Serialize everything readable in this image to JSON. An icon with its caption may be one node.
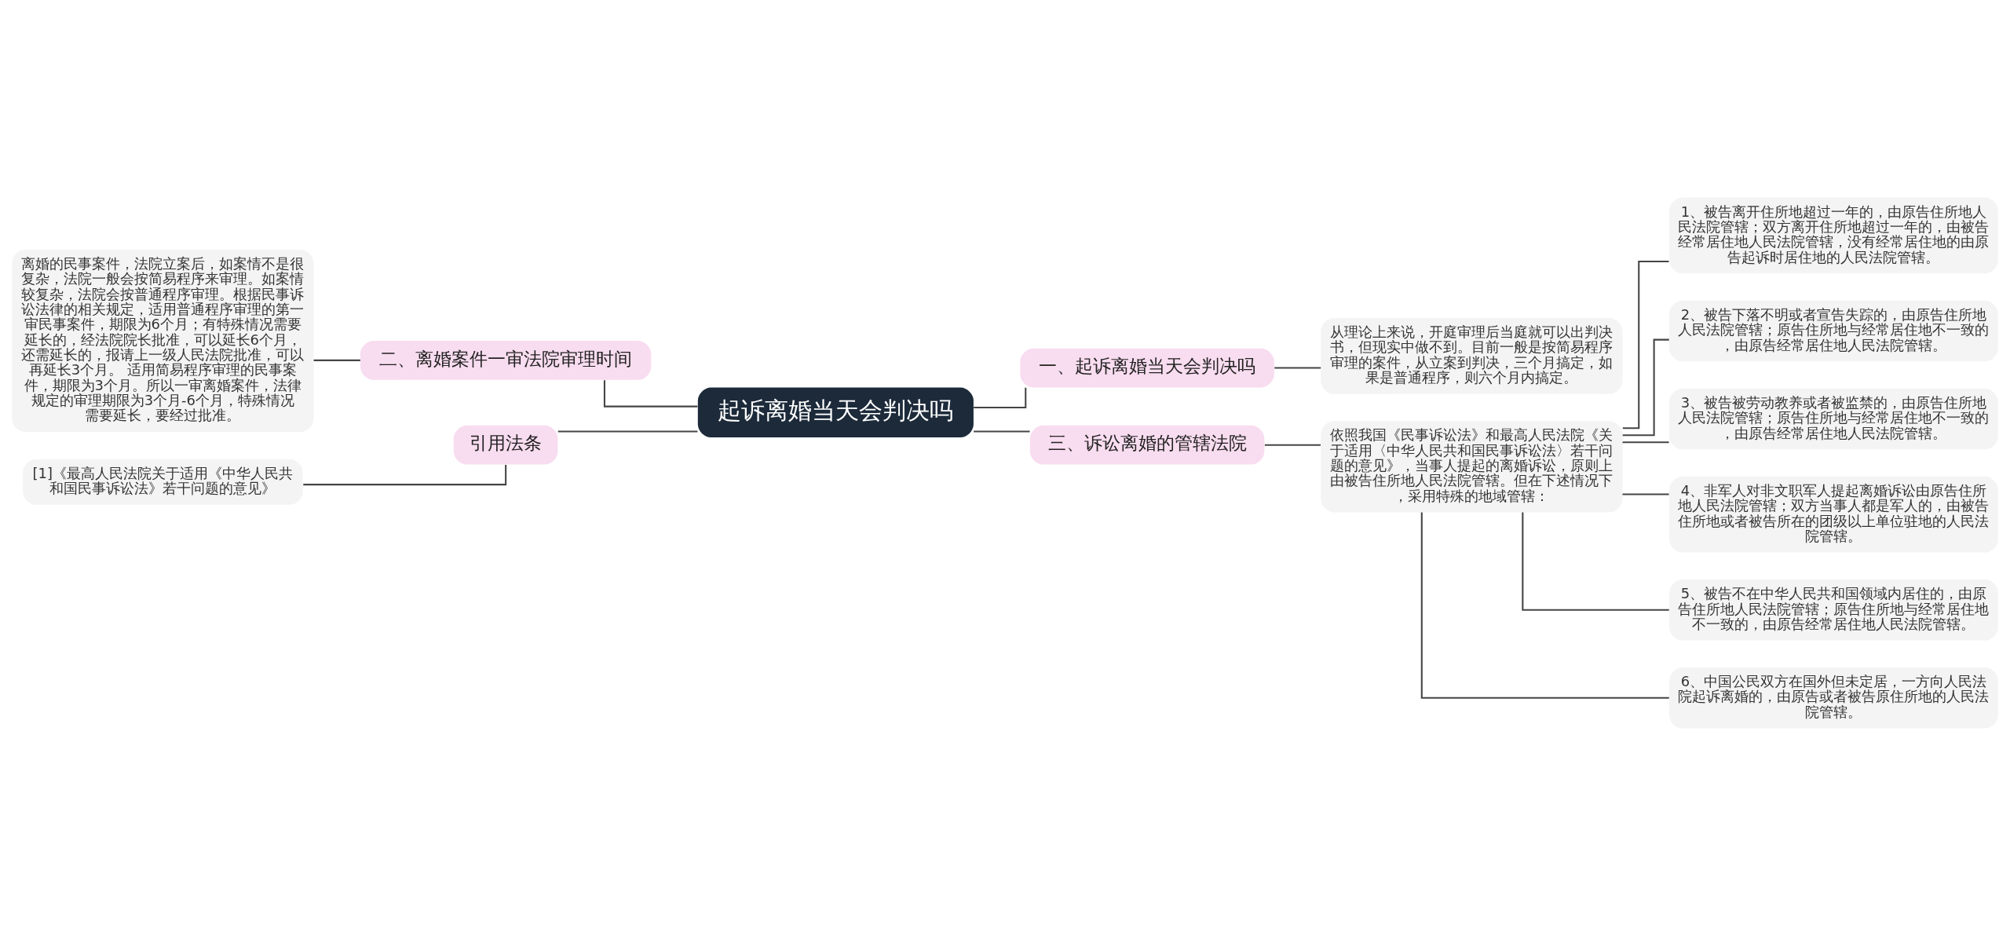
{
  "diagram": {
    "nodes": [
      {
        "text": [
          "起诉离婚当天会判决吗"
        ]
      },
      {
        "text": [
          "一、起诉离婚当天会判决吗"
        ]
      },
      {
        "text": [
          "从理论上来说，开庭审理后当庭就可以出判决书，但现实中做不到。目前一般是按简易程序审理的案件，从立案到判决，三个月搞定，如果是普通程序，则六个月内搞定。"
        ]
      },
      {
        "text": [
          "三、诉讼离婚的管辖法院"
        ]
      },
      {
        "text": [
          "依照我国《民事诉讼法》和最高人民法院《关于适用〈中华人民共和国民事诉讼法〉若干问题的意见》，当事人提起的离婚诉讼，原则上由被告住所地人民法院管辖。但在下述情况下，采用特殊的地域管辖："
        ]
      },
      {
        "text": [
          "1、被告离开住所地超过一年的，由原告住所地人民法院管辖；双方离开住所地超过一年的，由被告经常居住地人民法院管辖，没有经常居住地的由原告起诉时居住地的人民法院管辖。"
        ]
      },
      {
        "text": [
          "2、被告下落不明或者宣告失踪的，由原告住所地人民法院管辖；原告住所地与经常居住地不一致的，由原告经常居住地人民法院管辖。"
        ]
      },
      {
        "text": [
          "3、被告被劳动教养或者被监禁的，由原告住所地人民法院管辖；原告住所地与经常居住地不一致的，由原告经常居住地人民法院管辖。"
        ]
      },
      {
        "text": [
          "4、非军人对非文职军人提起离婚诉讼由原告住所地人民法院管辖；双方当事人都是军人的，由被告住所地或者被告所在的团级以上单位驻地的人民法院管辖。"
        ]
      },
      {
        "text": [
          "5、被告不在中华人民共和国领域内居住的，由原告住所地人民法院管辖；原告住所地与经常居住地不一致的，由原告经常居住地人民法院管辖。"
        ]
      },
      {
        "text": [
          "6、中国公民双方在国外但未定居，一方向人民法院起诉离婚的，由原告或者被告原住所地的人民法院管辖。"
        ]
      },
      {
        "text": [
          "二、离婚案件一审法院审理时间"
        ]
      },
      {
        "text": [
          "离婚的民事案件，法院立案后，如案情不是很复杂，法院一般会按简易程序来审理。如案情较复杂，法院会按普通程序审理。根据民事诉讼法律的相关规定，适用普通程序审理的第一审民事案件，期限为6个月；有特殊情况需要延长的，经法院院长批准，可以延长6个月，还需延长的，报请上一级人民法院批准，可以再延长3个月。 适用简易程序审理的民事案件，期限为3个月。所以一审离婚案件，法律规定的审理期限为3个月-6个月，特殊情况需要延长，要经过批准。"
        ]
      },
      {
        "text": [
          "引用法条"
        ]
      },
      {
        "text": [
          "[1]《最高人民法院关于适用《中华人民共和国民事诉讼法》若干问题的意见》"
        ]
      }
    ],
    "edges": [
      {
        "from": 0,
        "to": 1,
        "arrow": "none"
      },
      {
        "from": 1,
        "to": 2,
        "arrow": "none"
      },
      {
        "from": 0,
        "to": 3,
        "arrow": "none"
      },
      {
        "from": 3,
        "to": 4,
        "arrow": "none"
      },
      {
        "from": 4,
        "to": 5,
        "arrow": "none"
      },
      {
        "from": 4,
        "to": 6,
        "arrow": "none"
      },
      {
        "from": 4,
        "to": 7,
        "arrow": "none"
      },
      {
        "from": 4,
        "to": 8,
        "arrow": "none"
      },
      {
        "from": 4,
        "to": 9,
        "arrow": "none"
      },
      {
        "from": 4,
        "to": 10,
        "arrow": "none"
      },
      {
        "from": 0,
        "to": 11,
        "arrow": "none"
      },
      {
        "from": 11,
        "to": 12,
        "arrow": "none"
      },
      {
        "from": 0,
        "to": 13,
        "arrow": "none"
      },
      {
        "from": 13,
        "to": 14,
        "arrow": "none"
      }
    ]
  }
}
